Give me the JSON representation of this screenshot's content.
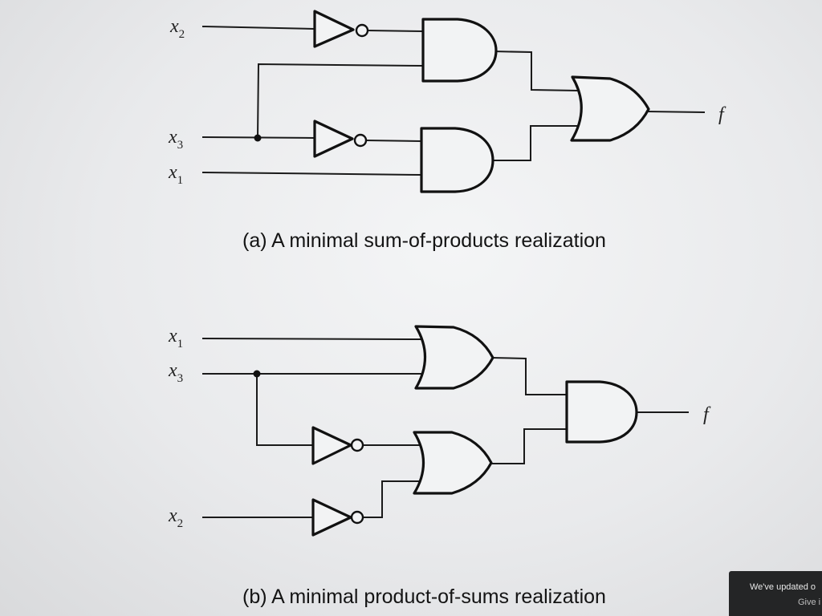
{
  "diagram_a": {
    "inputs": {
      "x2": {
        "var": "x",
        "sub": "2"
      },
      "x3": {
        "var": "x",
        "sub": "3"
      },
      "x1": {
        "var": "x",
        "sub": "1"
      }
    },
    "output_label": "f",
    "caption": "(a) A minimal sum-of-products realization"
  },
  "diagram_b": {
    "inputs": {
      "x1": {
        "var": "x",
        "sub": "1"
      },
      "x3": {
        "var": "x",
        "sub": "3"
      },
      "x2": {
        "var": "x",
        "sub": "2"
      }
    },
    "output_label": "f",
    "caption": "(b) A minimal product-of-sums realization"
  },
  "toast": {
    "line1": "We've updated o",
    "line2": "Give i"
  }
}
